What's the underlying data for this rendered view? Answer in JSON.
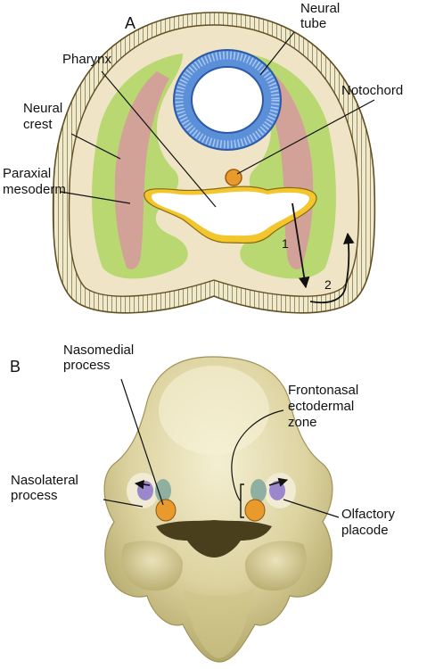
{
  "panels": {
    "a": {
      "letter": "A",
      "labels": {
        "neural_tube": [
          "Neural",
          "tube"
        ],
        "pharynx": "Pharynx",
        "notochord": "Notochord",
        "neural_crest": [
          "Neural",
          "crest"
        ],
        "paraxial_mesoderm": [
          "Paraxial",
          "mesoderm"
        ],
        "migration_route_1": "1",
        "migration_route_2": "2"
      }
    },
    "b": {
      "letter": "B",
      "labels": {
        "nasomedial_process": [
          "Nasomedial",
          "process"
        ],
        "frontonasal_ectodermal_zone": [
          "Frontonasal",
          "ectodermal",
          "zone"
        ],
        "nasolateral_process": [
          "Nasolateral",
          "process"
        ],
        "olfactory_placode": [
          "Olfactory",
          "placode"
        ]
      }
    }
  },
  "colors": {
    "ectoderm_fill": "#eee9cf",
    "ectoderm_outline": "#6b5a2e",
    "body_fill": "#efe5c9",
    "neural_crest_green": "#b3d56a",
    "paraxial_mesoderm_pink": "#d3a39a",
    "neural_tube_blue": "#5b8fd8",
    "pharynx_yellow": "#f2c52a",
    "notochord_orange": "#e79d35",
    "head_fill": "#ddd3a0",
    "head_shadow": "#a99d62",
    "placode_purple": "#9b88cc",
    "process_teal": "#8fb0a0",
    "process_orange": "#e89a2c"
  }
}
